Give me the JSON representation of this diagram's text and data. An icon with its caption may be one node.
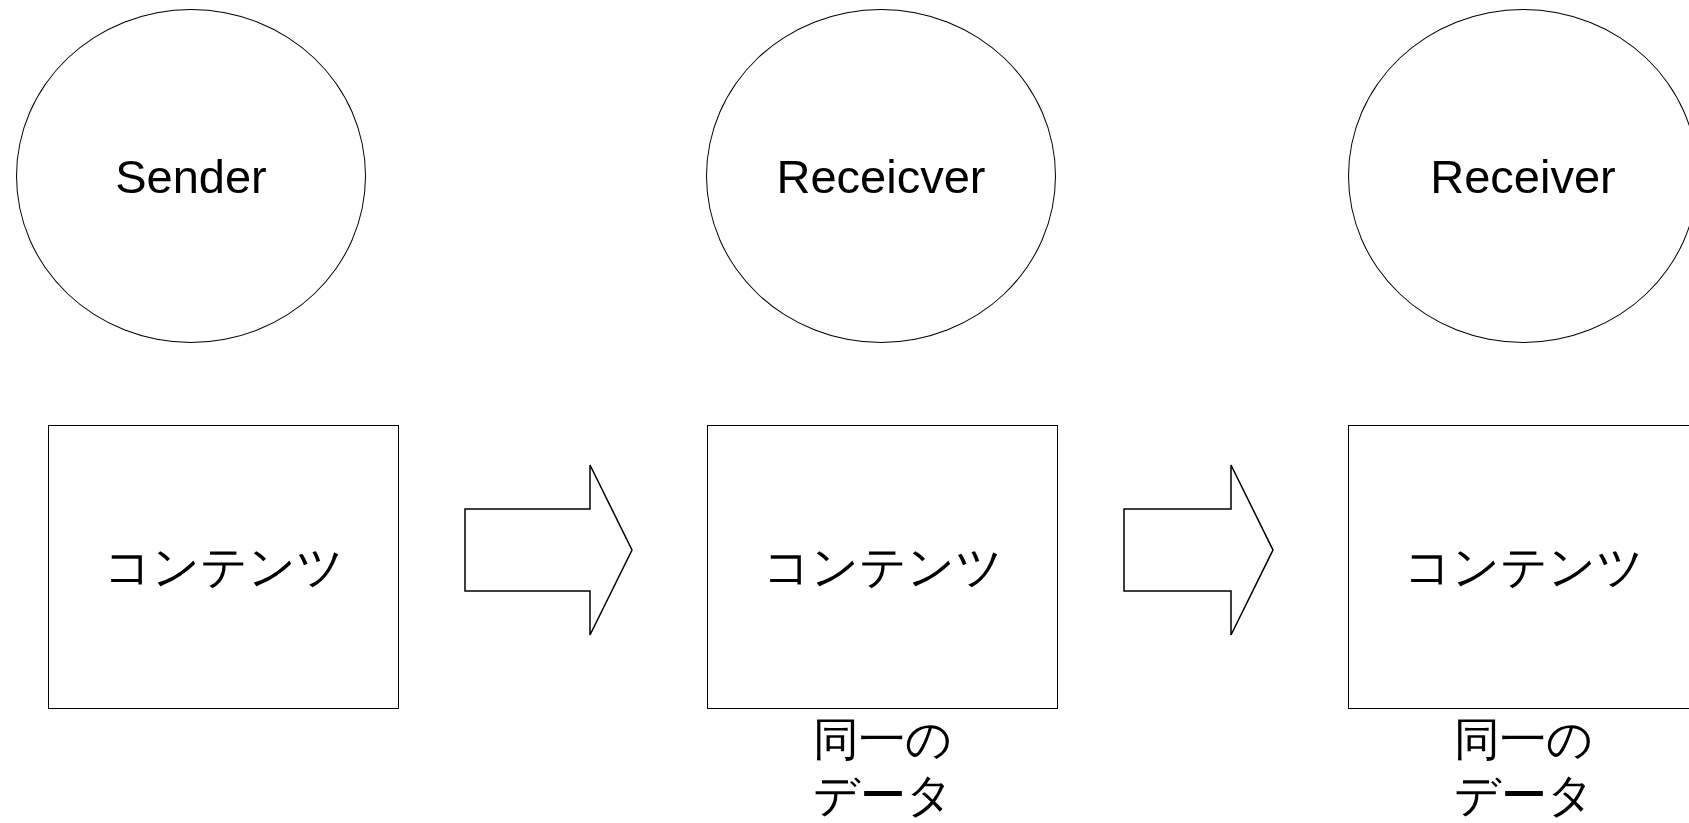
{
  "diagram": {
    "nodes": [
      {
        "text": [
          "Sender"
        ]
      },
      {
        "text": [
          "Receicver"
        ]
      },
      {
        "text": [
          "Receiver"
        ]
      },
      {
        "text": [
          "コンテンツ"
        ]
      },
      {
        "text": [
          "コンテンツ"
        ],
        "beside": [
          "同一のデータ"
        ]
      },
      {
        "text": [
          "コンテンツ"
        ],
        "beside": [
          "同一のデータ"
        ]
      }
    ],
    "edges": [
      {
        "from": 3,
        "to": 4,
        "arrow": "to"
      },
      {
        "from": 4,
        "to": 5,
        "arrow": "to"
      }
    ]
  }
}
